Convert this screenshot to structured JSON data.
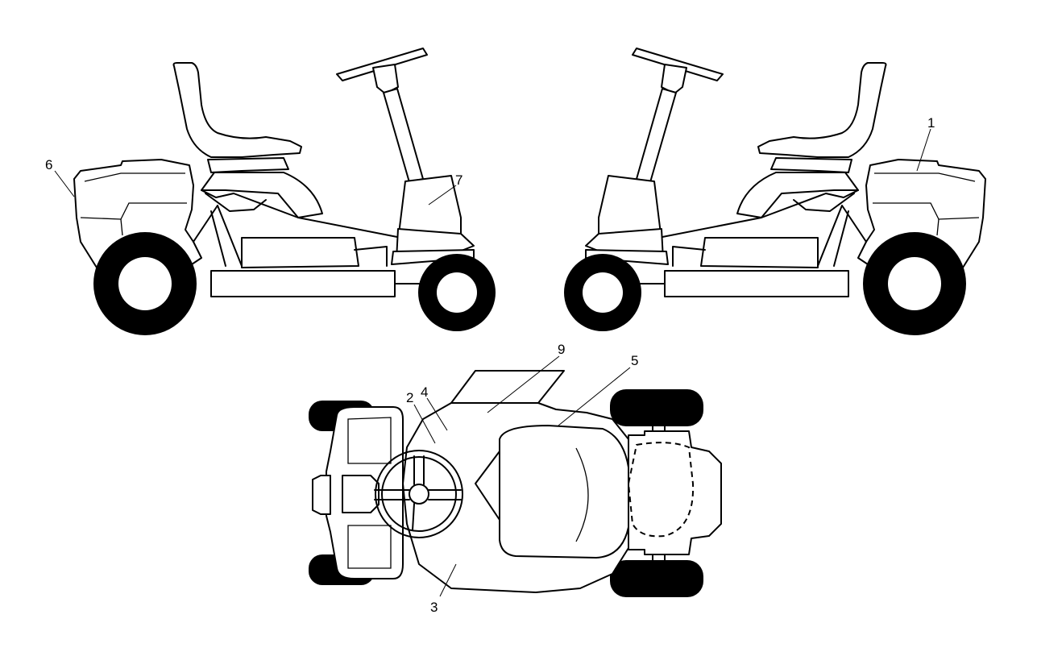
{
  "callouts": [
    {
      "id": "1",
      "label": "1"
    },
    {
      "id": "2",
      "label": "2"
    },
    {
      "id": "3",
      "label": "3"
    },
    {
      "id": "4",
      "label": "4"
    },
    {
      "id": "5",
      "label": "5"
    },
    {
      "id": "6",
      "label": "6"
    },
    {
      "id": "7",
      "label": "7"
    },
    {
      "id": "9",
      "label": "9"
    }
  ]
}
